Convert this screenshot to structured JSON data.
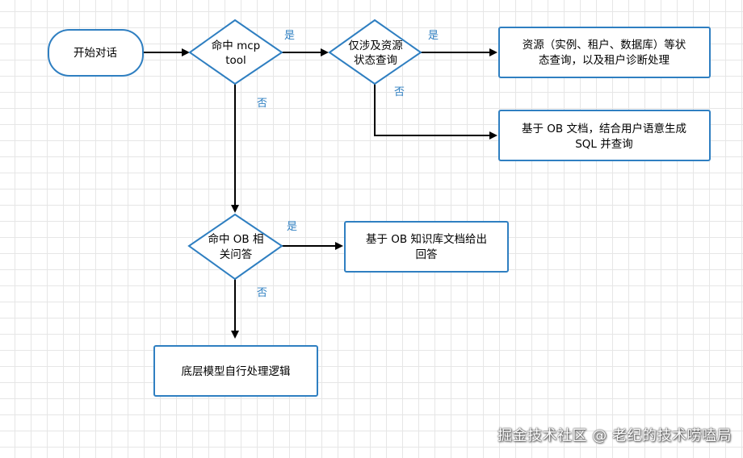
{
  "nodes": {
    "start": {
      "label": "开始对话"
    },
    "decision_mcp": {
      "lines": [
        "命中 mcp",
        "tool"
      ]
    },
    "decision_status": {
      "lines": [
        "仅涉及资源",
        "状态查询"
      ]
    },
    "resource_status": {
      "lines": [
        "资源（实例、租户、数据库）等状",
        "态查询，以及租户诊断处理"
      ]
    },
    "sql_query": {
      "lines": [
        "基于 OB 文档，结合用户语意生成",
        "SQL 并查询"
      ]
    },
    "decision_ob": {
      "lines": [
        "命中 OB 相",
        "关问答"
      ]
    },
    "ob_answer": {
      "lines": [
        "基于 OB 知识库文档给出",
        "回答"
      ]
    },
    "fallback": {
      "label": "底层模型自行处理逻辑"
    }
  },
  "edge_labels": {
    "mcp_yes": "是",
    "mcp_no": "否",
    "status_yes": "是",
    "status_no": "否",
    "ob_yes": "是",
    "ob_no": "否"
  },
  "watermark": "掘金技术社区 @ 老纪的技术唠嗑局",
  "colors": {
    "shape_stroke": "#2f7fc1",
    "edge": "#000000",
    "edge_label": "#2f7fc1",
    "grid": "#e6e6e6"
  }
}
